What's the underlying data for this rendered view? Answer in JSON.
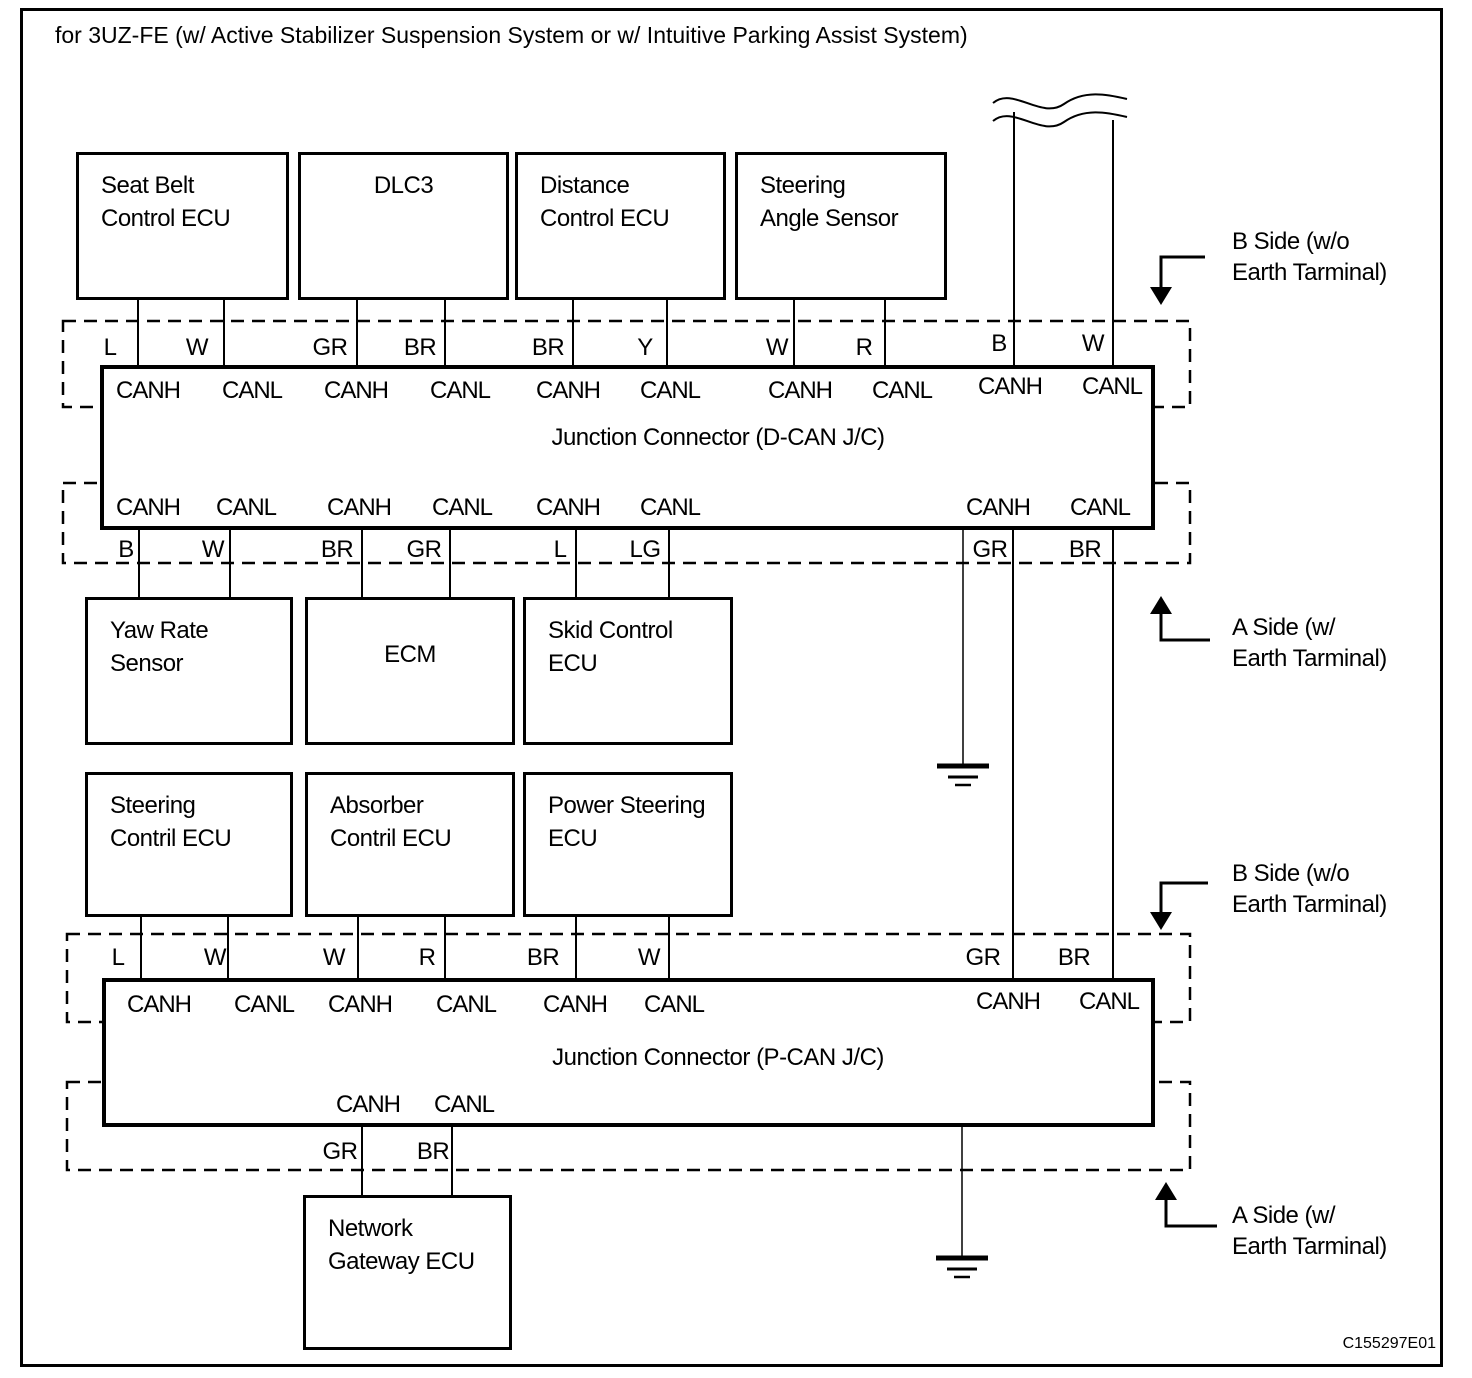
{
  "title": "for 3UZ-FE (w/ Active Stabilizer Suspension System or w/ Intuitive Parking Assist System)",
  "figure_code": "C155297E01",
  "colors": {
    "line": "#000000",
    "background": "#ffffff"
  },
  "boxes": {
    "seat_belt": {
      "label": "Seat Belt\nControl ECU"
    },
    "dlc3": {
      "label": "DLC3"
    },
    "distance": {
      "label": "Distance\nControl ECU"
    },
    "steering_angle": {
      "label": "Steering\nAngle Sensor"
    },
    "yaw_rate": {
      "label": "Yaw Rate\nSensor"
    },
    "ecm": {
      "label": "ECM"
    },
    "skid": {
      "label": "Skid Control\nECU"
    },
    "steering_ctrl": {
      "label": "Steering\nContril ECU"
    },
    "absorber": {
      "label": "Absorber\nContril ECU"
    },
    "power_steering": {
      "label": "Power Steering\nECU"
    },
    "network_gateway": {
      "label": "Network\nGateway ECU"
    }
  },
  "connectors": {
    "dcan": {
      "label": "Junction Connector (D-CAN J/C)"
    },
    "pcan": {
      "label": "Junction Connector (P-CAN J/C)"
    }
  },
  "side_labels": {
    "b_side": "B Side (w/o\nEarth Tarminal)",
    "a_side": "A Side (w/\nEarth Tarminal)"
  },
  "pin_rows": {
    "dcan_top": [
      "CANH",
      "CANL",
      "CANH",
      "CANL",
      "CANH",
      "CANL",
      "CANH",
      "CANL",
      "CANH",
      "CANL"
    ],
    "dcan_bottom": [
      "CANH",
      "CANL",
      "CANH",
      "CANL",
      "CANH",
      "CANL",
      "CANH",
      "CANL"
    ],
    "pcan_top": [
      "CANH",
      "CANL",
      "CANH",
      "CANL",
      "CANH",
      "CANL",
      "CANH",
      "CANL"
    ],
    "pcan_bottom": [
      "CANH",
      "CANL"
    ]
  },
  "wire_labels": {
    "row1": [
      "L",
      "W",
      "GR",
      "BR",
      "BR",
      "Y",
      "W",
      "R",
      "B",
      "W"
    ],
    "row2": [
      "B",
      "W",
      "BR",
      "GR",
      "L",
      "LG",
      "GR",
      "BR"
    ],
    "row3": [
      "L",
      "W",
      "W",
      "R",
      "BR",
      "W",
      "GR",
      "BR"
    ],
    "row4": [
      "GR",
      "BR"
    ]
  }
}
